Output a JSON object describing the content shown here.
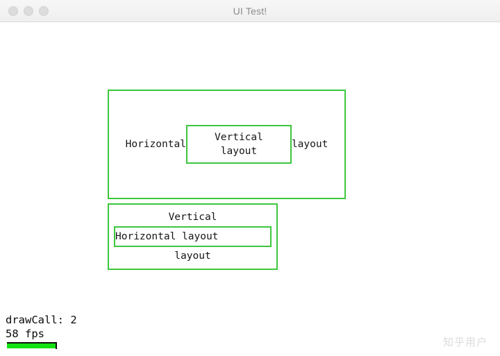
{
  "window": {
    "title": "UI Test!",
    "traffic_lights": [
      {
        "name": "close",
        "color": "#dcdcdc"
      },
      {
        "name": "minimize",
        "color": "#dcdcdc"
      },
      {
        "name": "zoom",
        "color": "#dcdcdc"
      }
    ]
  },
  "colors": {
    "box_border_green": "#3cc63c",
    "fps_bar_green": "#12e212",
    "fps_bar_edge": "#121212",
    "text": "#161616",
    "title_text": "#8c8c8c",
    "watermark": "#dcdcdc"
  },
  "horizontal_group": {
    "left_label": "Horizontal",
    "right_label": "layout",
    "inner": {
      "line1": "Vertical",
      "line2": "layout"
    }
  },
  "vertical_group": {
    "top_label": "Vertical",
    "bottom_label": "layout",
    "inner": {
      "line1": "Horizontal layout"
    }
  },
  "stats": {
    "drawcall": "drawCall: 2",
    "fps": "58 fps",
    "fps_value": 58,
    "fps_bar_percent": 97
  },
  "watermark": {
    "text": "知乎用户"
  }
}
